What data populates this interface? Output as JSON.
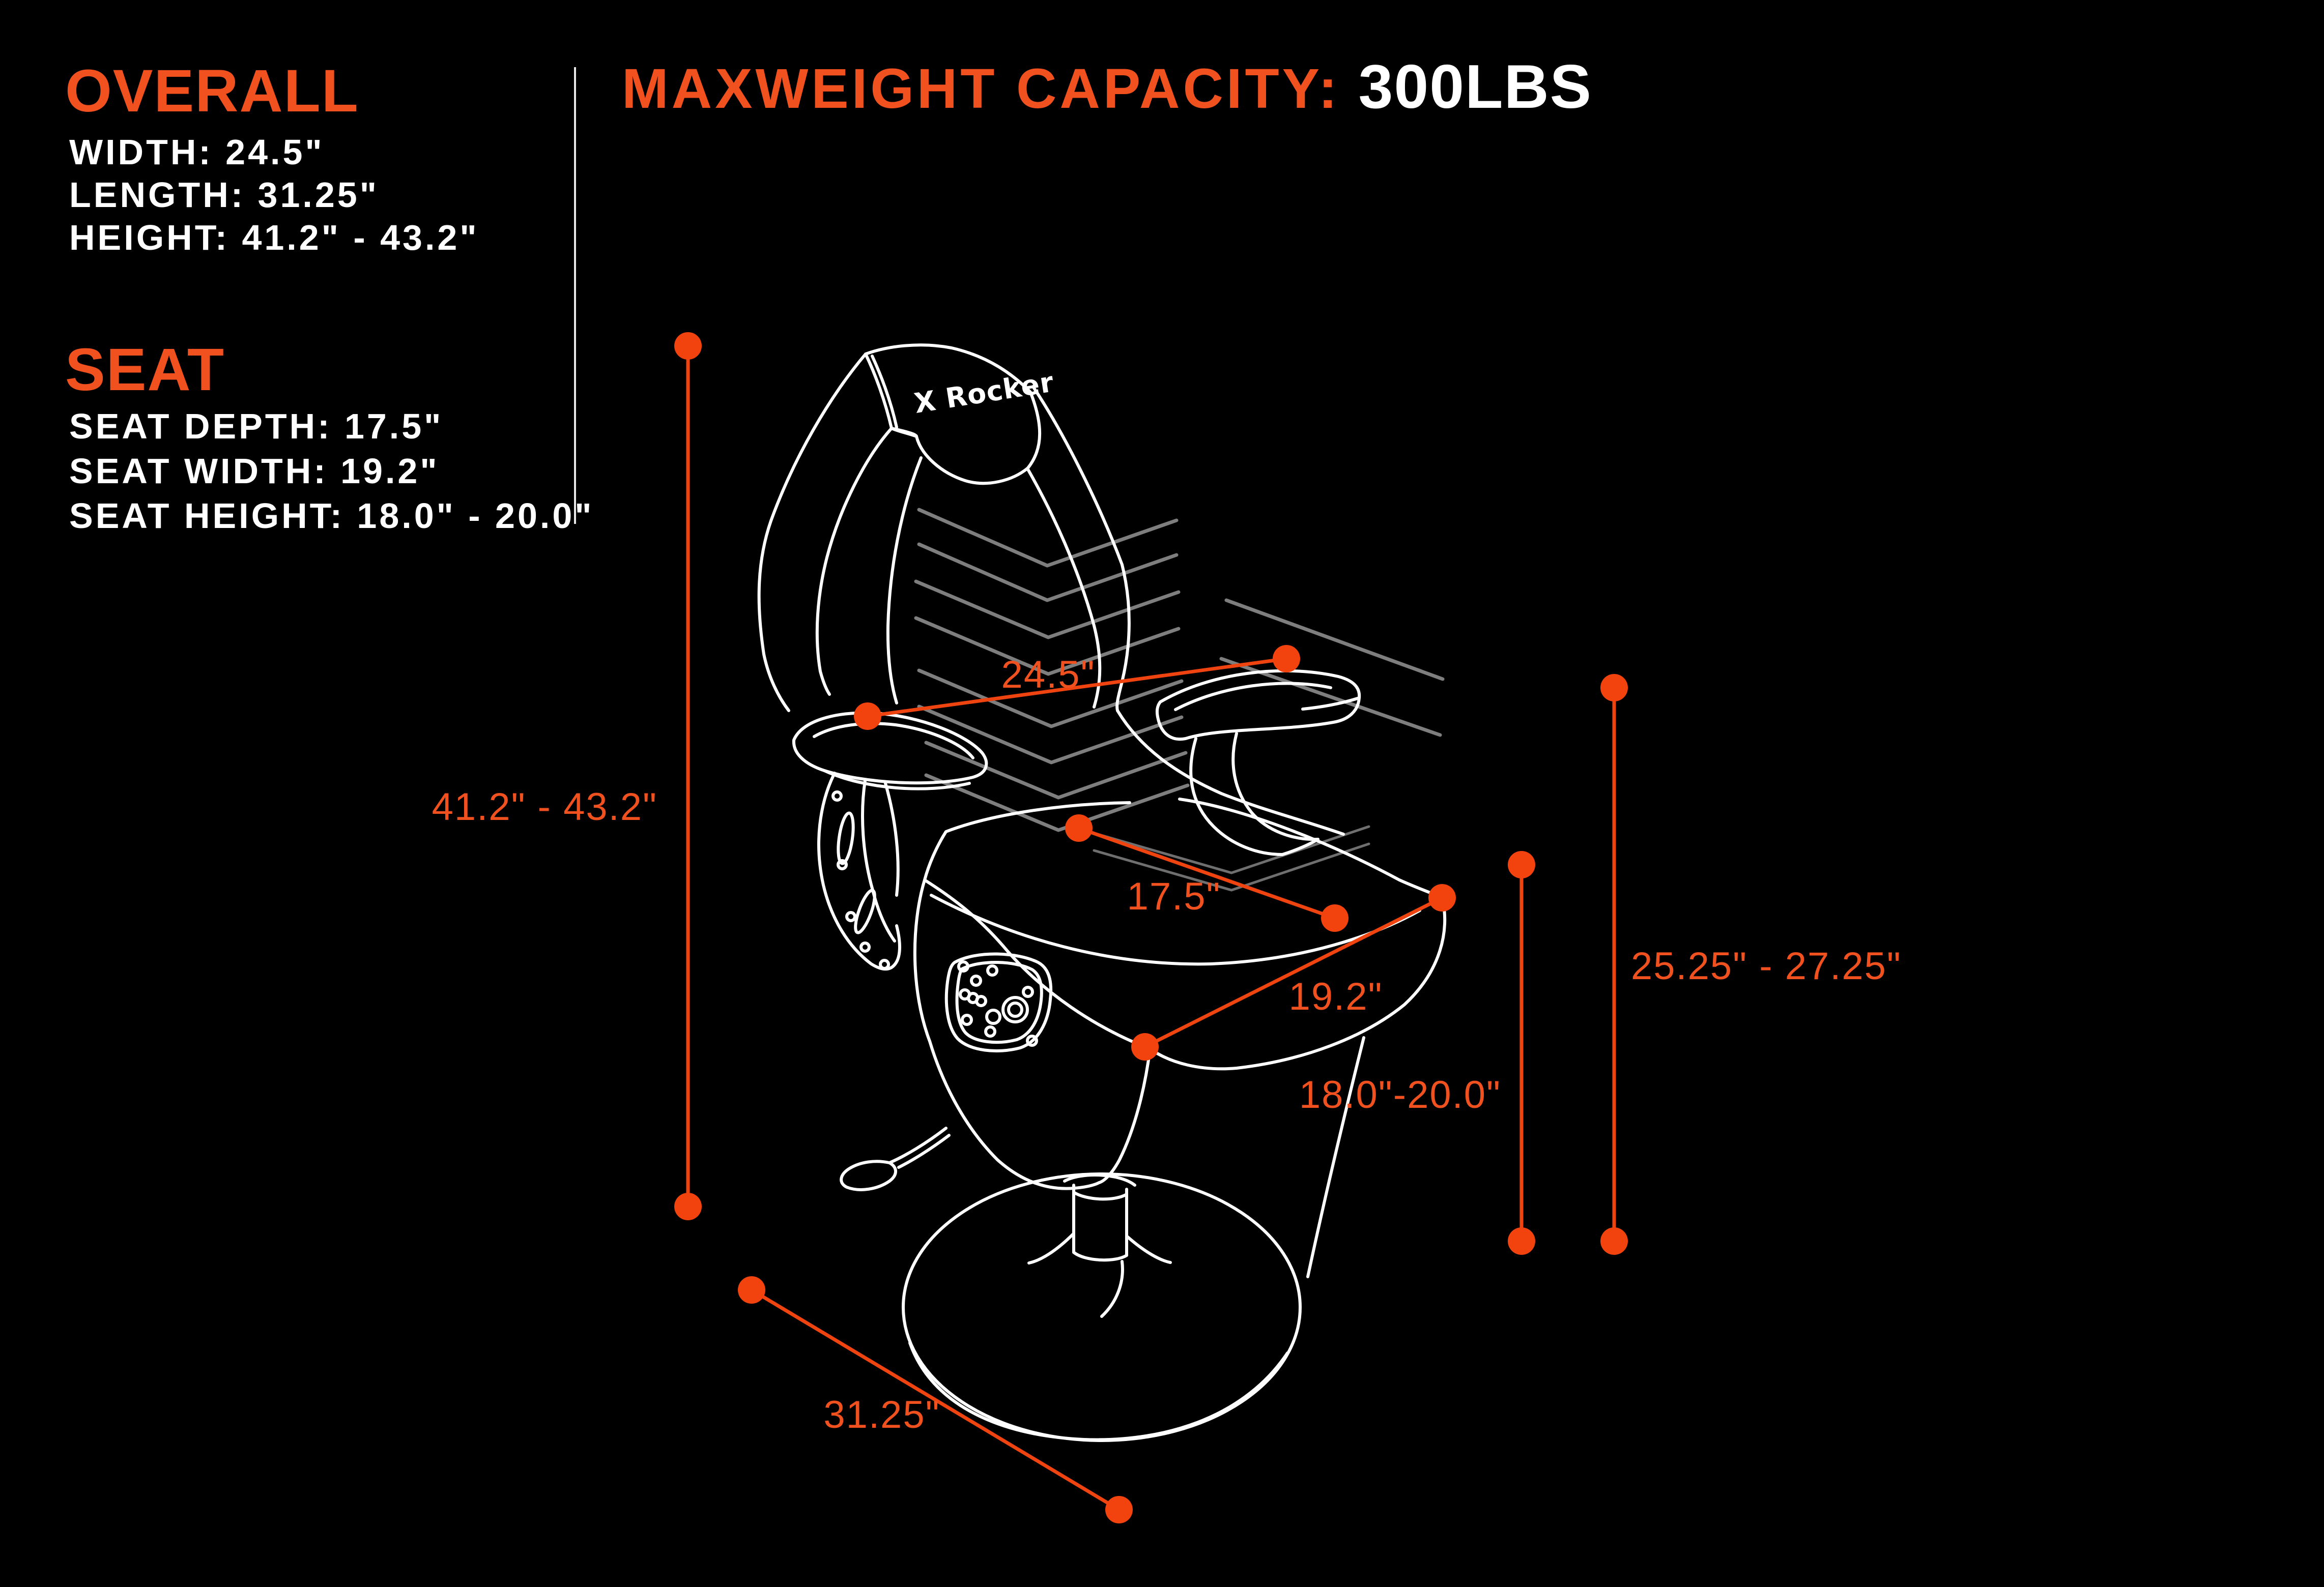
{
  "meta": {
    "background": "#000000",
    "accent_text_color": "#F0511F",
    "accent_line_color": "#EF4310",
    "divider_color": "#E8E8E8",
    "art_line_color": "#FFFFFF",
    "stitch_line_color": "#7E7E7E"
  },
  "specs": {
    "overall": {
      "heading": "OVERALL",
      "lines": [
        "WIDTH: 24.5\"",
        "LENGTH: 31.25\"",
        "HEIGHT: 41.2\" - 43.2\""
      ]
    },
    "seat": {
      "heading": "SEAT",
      "lines": [
        "SEAT DEPTH: 17.5\"",
        "SEAT WIDTH: 19.2\"",
        "SEAT HEIGHT: 18.0\" - 20.0\""
      ]
    }
  },
  "title": {
    "label": "MAXWEIGHT CAPACITY:",
    "value": "300LBS"
  },
  "chair": {
    "brand": "X Rocker"
  },
  "dimensions": {
    "overall_height": "41.2\" - 43.2\"",
    "overall_width": "24.5\"",
    "seat_depth": "17.5\"",
    "seat_width": "19.2\"",
    "seat_height": "18.0\"-20.0\"",
    "back_height": "25.25\" - 27.25\"",
    "overall_length": "31.25\""
  }
}
